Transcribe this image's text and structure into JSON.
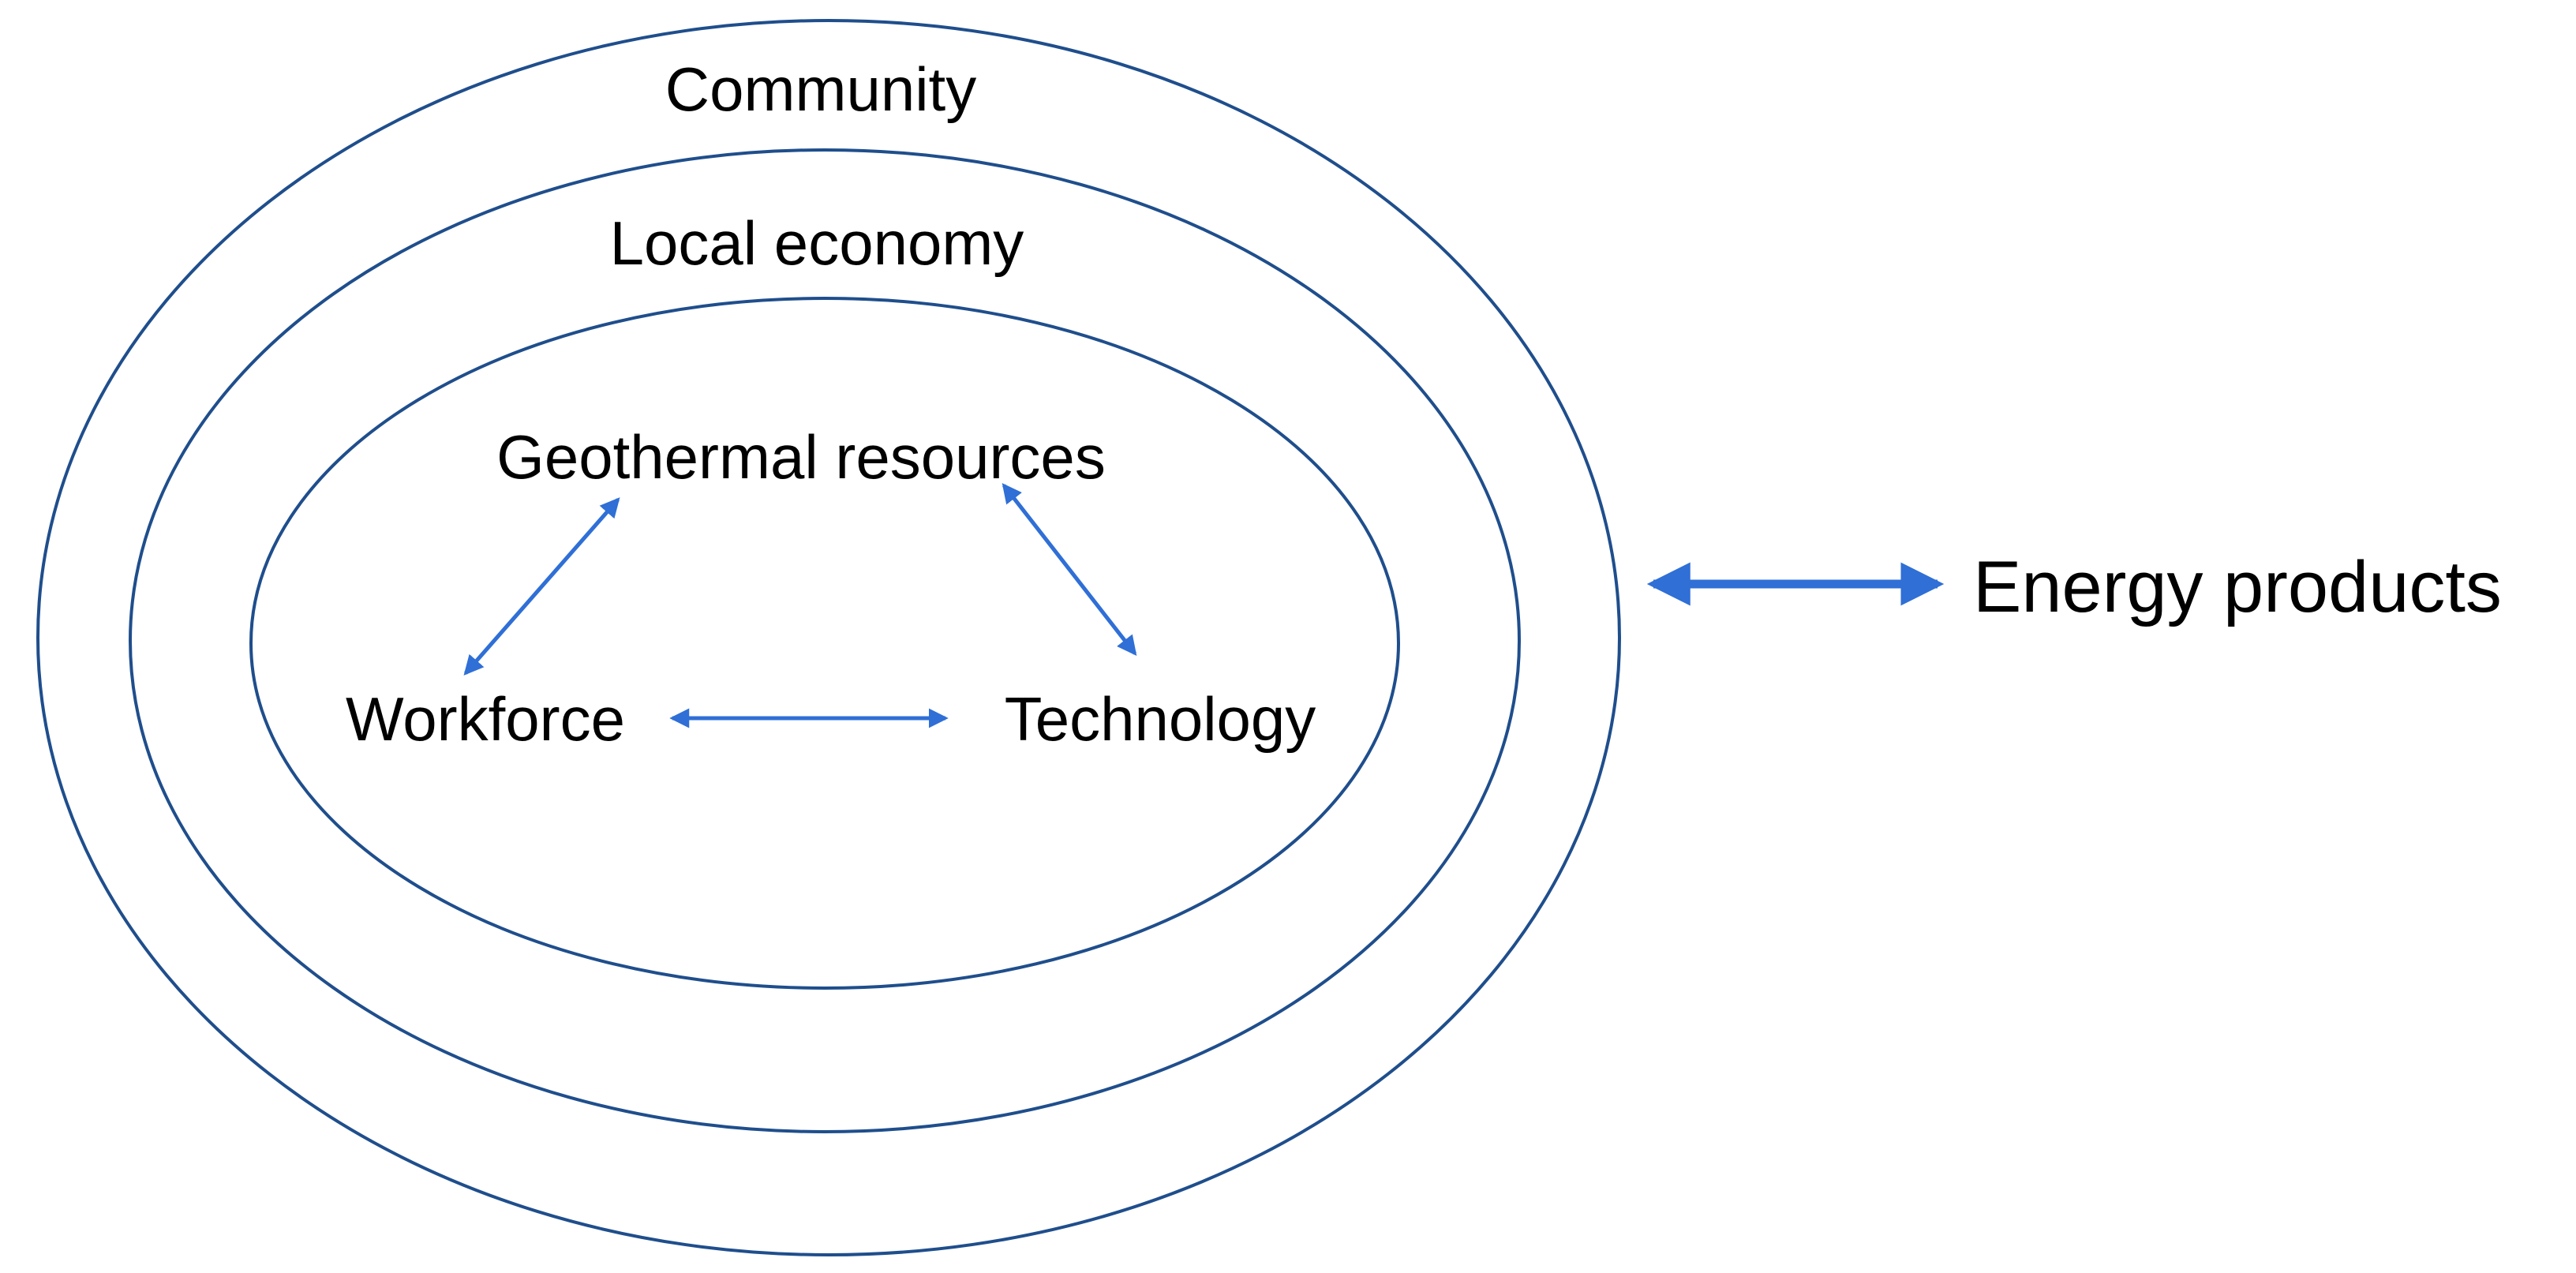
{
  "diagram": {
    "outer_ring_label": "Community",
    "middle_ring_label": "Local economy",
    "nodes": {
      "geothermal": "Geothermal resources",
      "workforce": "Workforce",
      "technology": "Technology"
    },
    "external_label": "Energy products",
    "colors": {
      "ring_stroke": "#1f4e8c",
      "arrow": "#2f6fd6",
      "text": "#000000"
    },
    "relationships": [
      {
        "from": "Geothermal resources",
        "to": "Workforce",
        "bidirectional": true
      },
      {
        "from": "Geothermal resources",
        "to": "Technology",
        "bidirectional": true
      },
      {
        "from": "Workforce",
        "to": "Technology",
        "bidirectional": true
      },
      {
        "from": "Community system",
        "to": "Energy products",
        "bidirectional": true
      }
    ]
  }
}
